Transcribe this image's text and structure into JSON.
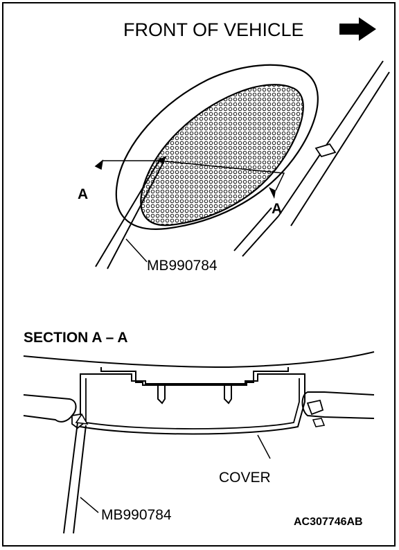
{
  "diagram": {
    "orientation_label": "FRONT OF VEHICLE",
    "section_marker": "A",
    "tool_label_top": "MB990784",
    "section_title": "SECTION A – A",
    "cover_label": "COVER",
    "tool_label_bottom": "MB990784",
    "figure_code": "AC307746AB",
    "icons": [
      "arrow-right-icon",
      "section-arrow-icon"
    ],
    "colors": {
      "line": "#000000",
      "background": "#ffffff"
    }
  }
}
